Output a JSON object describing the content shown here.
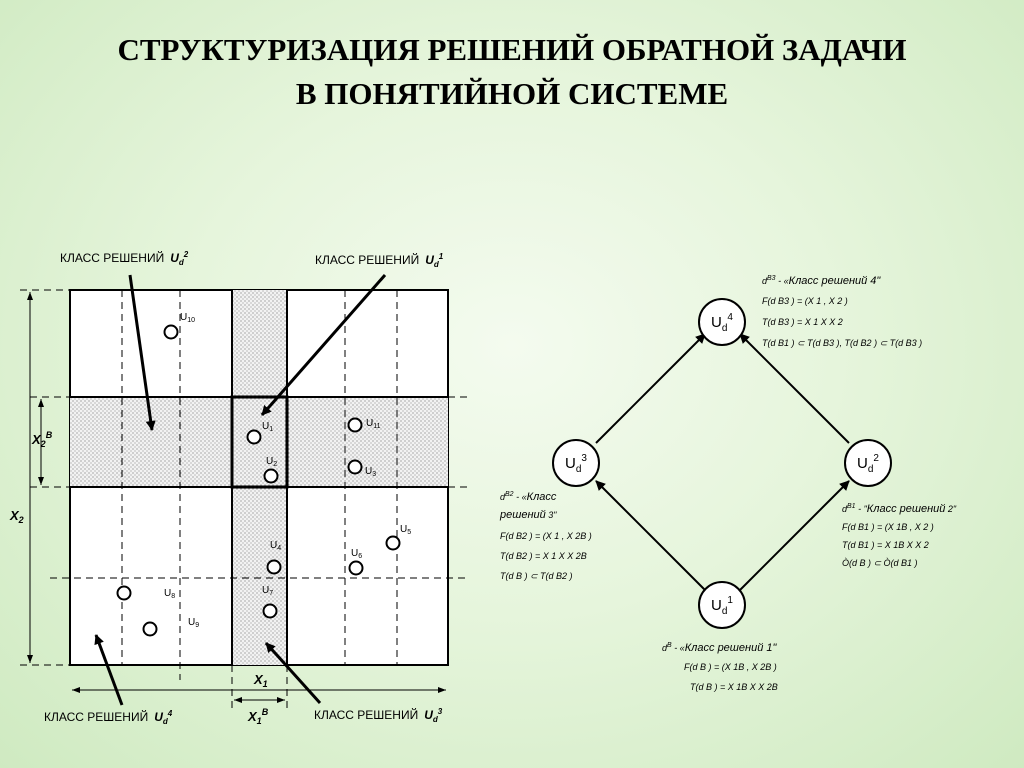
{
  "title": {
    "line1": "СТРУКТУРИЗАЦИЯ  РЕШЕНИЙ ОБРАТНОЙ ЗАДАЧИ",
    "line2": "В  ПОНЯТИЙНОЙ  СИСТЕМЕ"
  },
  "class_word": "КЛАСС   РЕШЕНИЙ",
  "u_sym": "U",
  "d_sym": "d",
  "labels": {
    "class2_sup": "2",
    "class1_sup": "1",
    "class4_sup": "4",
    "class3_sup": "3"
  },
  "axes": {
    "x1": "X",
    "x1_sub": "1",
    "x1b": "X",
    "x1b_sub": "1",
    "x1b_sup": "B",
    "x2": "X",
    "x2_sub": "2",
    "x2b": "X",
    "x2b_sub": "2",
    "x2b_sup": "B"
  },
  "points": [
    "1",
    "2",
    "3",
    "4",
    "5",
    "6",
    "7",
    "8",
    "9",
    "10",
    "11"
  ],
  "nodes": {
    "n4": "4",
    "n3": "3",
    "n2": "2",
    "n1": "1"
  },
  "annotations": {
    "a4_l1": "d",
    "a4_l1b": "B3",
    "a4_l1c": " -   «",
    "a4_l1d": "Класс  решений  4\"",
    "a4_l2": "F(d  B3 ) = (X    1 , X    2 )",
    "a4_l3": "T(d  B3 ) = X    1  X X    2",
    "a4_l4": "T(d  B1 )  ⊂ T(d  B3 ),  T(d    B2 )  ⊂ T(d  B3 )",
    "a3_l1": "d",
    "a3_l1b": "B2",
    "a3_l1c": " -   «",
    "a3_l1d": "Класс",
    "a3_l2": "решений",
    "a3_l2b": " 3\"",
    "a3_l3": "F(d  B2 ) = (X    1 , X    2B )",
    "a3_l4": "T(d  B2 ) = X    1  X X 2B",
    "a3_l5": "T(d  B )  ⊂ T(d  B2 )",
    "a2_l1": "d",
    "a2_l1b": "B1",
    "a2_l1c": " -    \"",
    "a2_l1d": "Класс  решений",
    "a2_l1e": " 2\"",
    "a2_l2": "F(d  B1 ) = (X    1B , X    2 )",
    "a2_l3": "T(d  B1 ) = X    1B  X X    2",
    "a2_l4": "Ò(d  B )  ⊂ Ò(d  B1 )",
    "a1_l1": "d",
    "a1_l1b": "B",
    "a1_l1c": " -   «",
    "a1_l1d": "Класс  решений  1\"",
    "a1_l2": "F(d  B ) = (X    1B , X    2B )",
    "a1_l3": "T(d  B ) = X    1B  X  X 2B"
  }
}
